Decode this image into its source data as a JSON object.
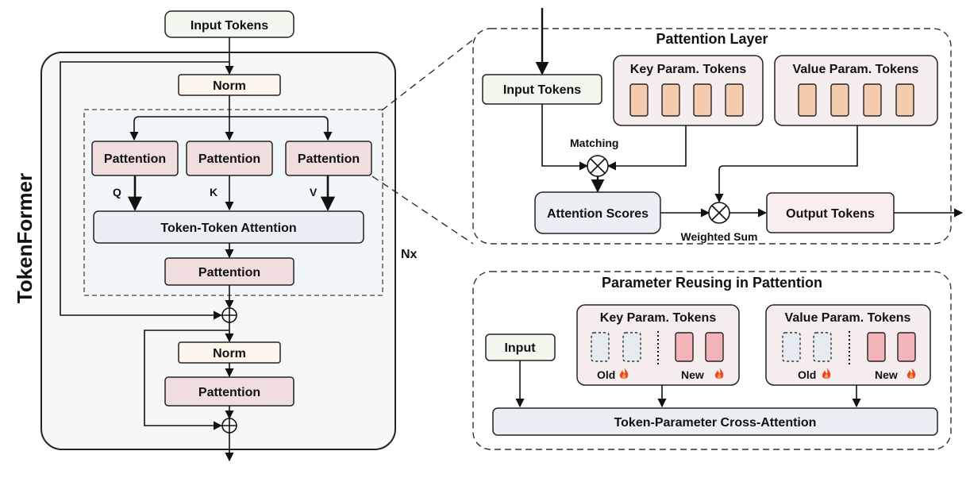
{
  "colors": {
    "block_bg": "#f7f7f7",
    "attn_region_bg": "#f1f7f9",
    "pattention_fill": "#f0dede",
    "norm_fill": "#fdf6ec",
    "input_fill": "#f3f8ee",
    "attn_fill": "#eceef6",
    "output_fill": "#f9eeee",
    "param_group_fill": "#f6eeee",
    "key_token_fill": "#f4ccad",
    "new_token_fill": "#f2b4b8",
    "old_token_fill": "#e6ebf1",
    "fire_color": "#e8452c"
  },
  "tokenformer": {
    "side_title": "TokenFormer",
    "input_tokens": "Input Tokens",
    "norm_top": "Norm",
    "pattention_q": "Pattention",
    "pattention_k": "Pattention",
    "pattention_v": "Pattention",
    "q_label": "Q",
    "k_label": "K",
    "v_label": "V",
    "token_attention": "Token-Token Attention",
    "pattention_out": "Pattention",
    "nx": "Nx",
    "norm_bottom": "Norm",
    "pattention_ffn": "Pattention"
  },
  "pattention_layer": {
    "title": "Pattention Layer",
    "input_tokens": "Input Tokens",
    "key_group": "Key Param. Tokens",
    "value_group": "Value Param. Tokens",
    "matching": "Matching",
    "attention_scores": "Attention Scores",
    "weighted_sum": "Weighted Sum",
    "output_tokens": "Output Tokens"
  },
  "param_reuse": {
    "title": "Parameter Reusing in Pattention",
    "input": "Input",
    "key_group": "Key Param. Tokens",
    "value_group": "Value Param. Tokens",
    "old": "Old",
    "new": "New",
    "old_v": "Old",
    "new_v": "New",
    "cross_attention": "Token-Parameter Cross-Attention"
  }
}
